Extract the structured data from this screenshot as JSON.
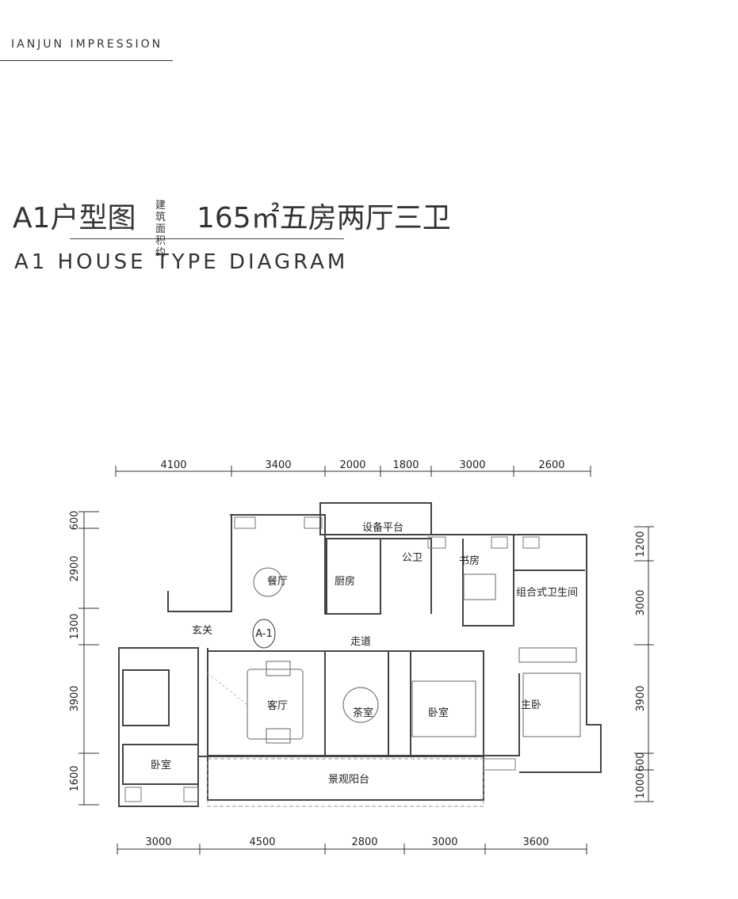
{
  "header": {
    "brand": "IANJUN IMPRESSION",
    "title_main": "A1户型图",
    "title_note_line1": "建筑",
    "title_note_line2": "面积约",
    "title_area": "165㎡五房两厅三卫",
    "subtitle": "A1 HOUSE TYPE DIAGRAM"
  },
  "dimensions": {
    "top": [
      "4100",
      "3400",
      "2000",
      "1800",
      "3000",
      "2600"
    ],
    "bottom": [
      "3000",
      "4500",
      "2800",
      "3000",
      "3600"
    ],
    "left": [
      "600",
      "2900",
      "1300",
      "3900",
      "1600"
    ],
    "right": [
      "1200",
      "3000",
      "3900",
      "600",
      "1000"
    ]
  },
  "rooms": {
    "equipment_platform": "设备平台",
    "dining": "餐厅",
    "kitchen": "厨房",
    "public_bath": "公卫",
    "study": "书房",
    "combo_bath": "组合式卫生间",
    "foyer": "玄关",
    "corridor": "走道",
    "marker": "A-1",
    "living": "客厅",
    "tea_room": "茶室",
    "bedroom_mid": "卧室",
    "master_bedroom": "主卧",
    "bedroom_left": "卧室",
    "balcony": "景观阳台"
  }
}
